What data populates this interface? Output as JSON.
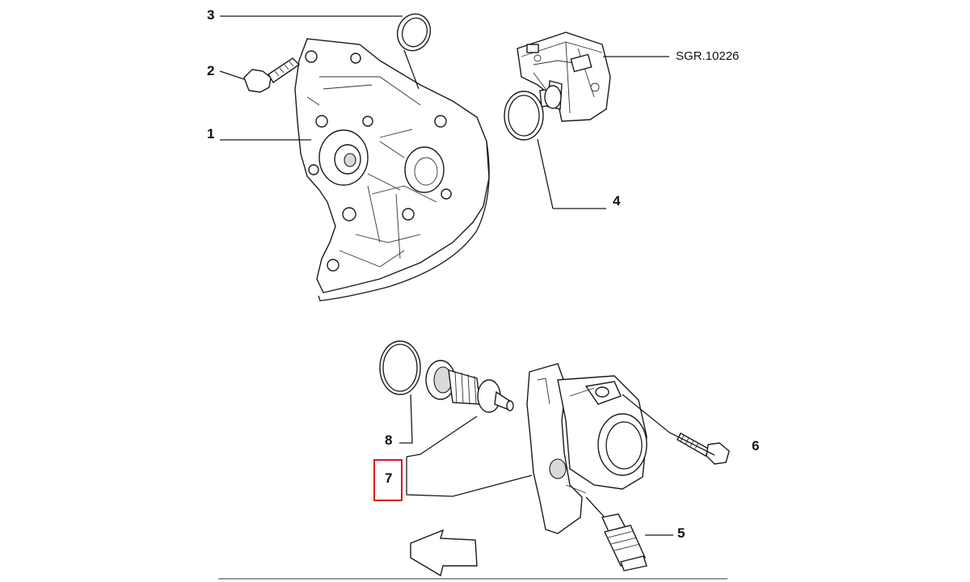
{
  "diagram": {
    "reference_label": "SGR.10226",
    "callouts": [
      "1",
      "2",
      "3",
      "4",
      "5",
      "6",
      "7",
      "8"
    ],
    "highlighted_callout": "7",
    "highlight_color": "#e0121b",
    "line_color": "#1a1a1a",
    "background": "#ffffff"
  }
}
